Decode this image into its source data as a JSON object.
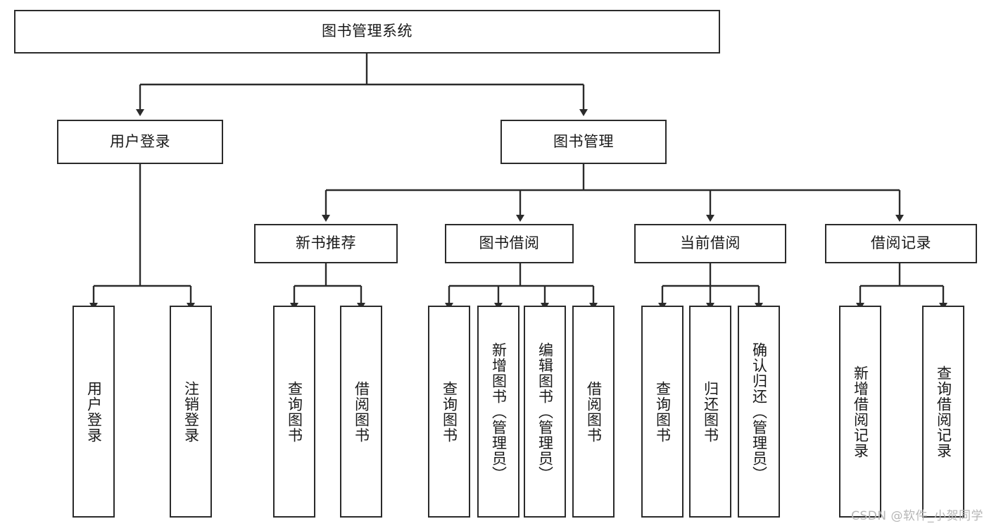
{
  "diagram": {
    "type": "hierarchy-tree",
    "title": "图书管理系统",
    "root": {
      "label": "图书管理系统"
    },
    "level2": [
      {
        "label": "用户登录"
      },
      {
        "label": "图书管理"
      }
    ],
    "level3": [
      {
        "label": "新书推荐"
      },
      {
        "label": "图书借阅"
      },
      {
        "label": "当前借阅"
      },
      {
        "label": "借阅记录"
      }
    ],
    "leaves_user_login": [
      {
        "label": "用户登录"
      },
      {
        "label": "注销登录"
      }
    ],
    "leaves_new_book": [
      {
        "label": "查询图书"
      },
      {
        "label": "借阅图书"
      }
    ],
    "leaves_borrow": [
      {
        "label": "查询图书"
      },
      {
        "label": "新增图书（管理员）"
      },
      {
        "label": "编辑图书（管理员）"
      },
      {
        "label": "借阅图书"
      }
    ],
    "leaves_current": [
      {
        "label": "查询图书"
      },
      {
        "label": "归还图书"
      },
      {
        "label": "确认归还（管理员）"
      }
    ],
    "leaves_records": [
      {
        "label": "新增借阅记录"
      },
      {
        "label": "查询借阅记录"
      }
    ],
    "colors": {
      "stroke": "#2b2b2b",
      "text": "#1a1a1a",
      "background": "#ffffff",
      "watermark": "#b6b6b6"
    }
  },
  "watermark": {
    "text": "CSDN @软件_小贺同学"
  }
}
